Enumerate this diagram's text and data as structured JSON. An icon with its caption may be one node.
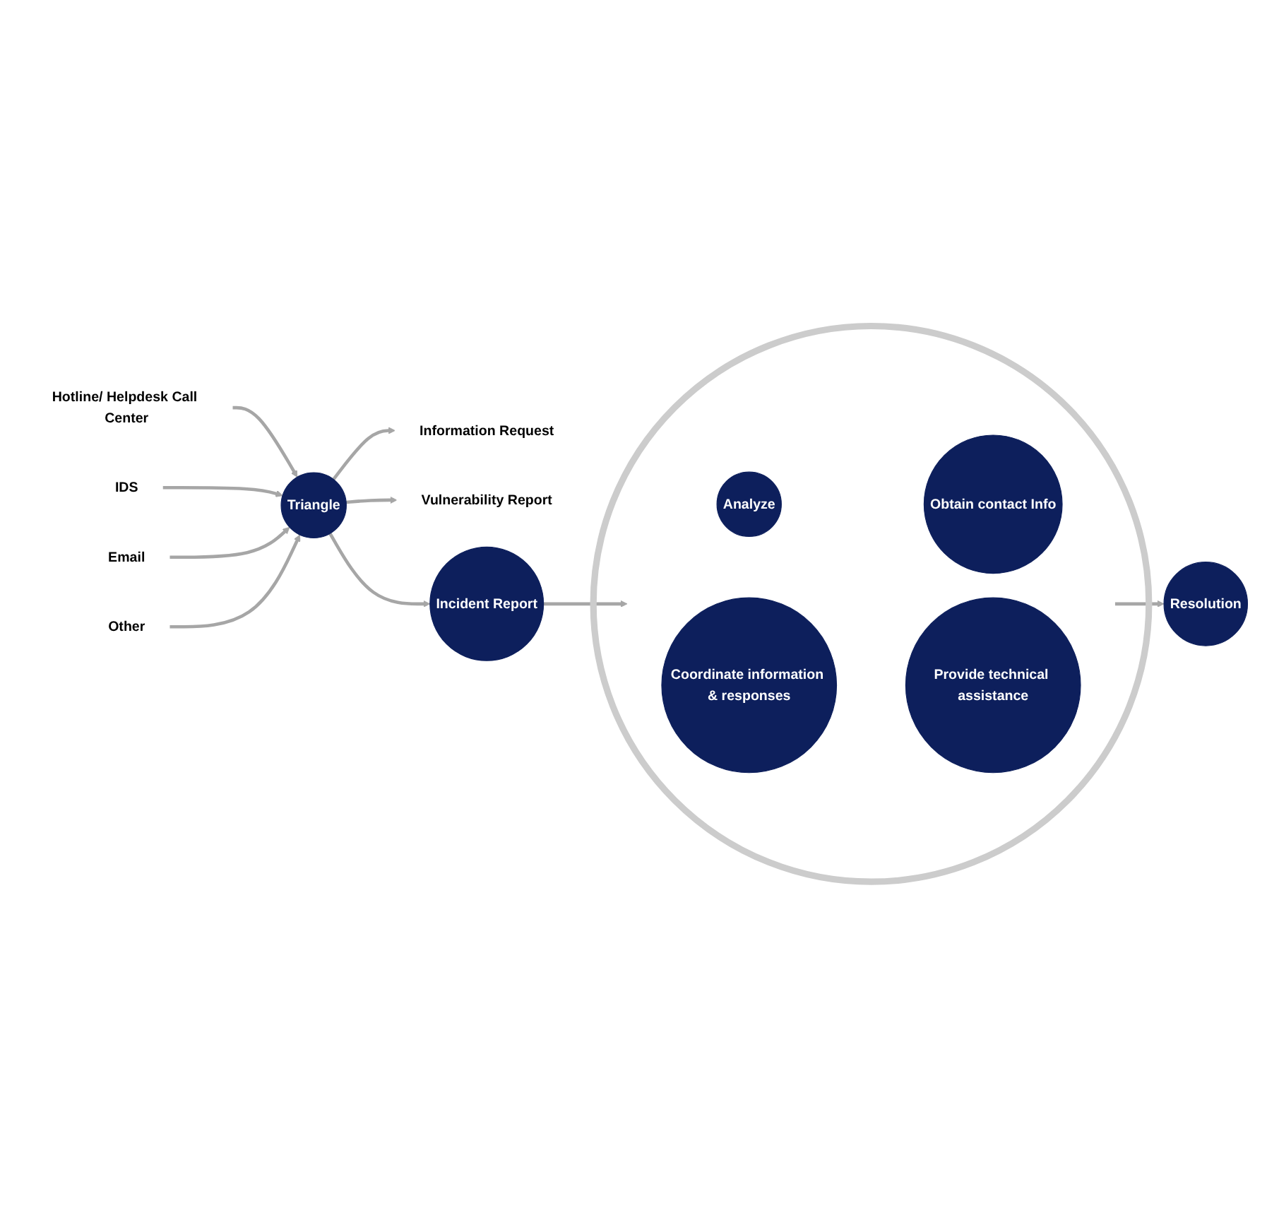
{
  "diagram": {
    "nodes": [
      {
        "text": [
          "Hotline/ Helpdesk Call Center"
        ]
      },
      {
        "text": [
          "IDS"
        ]
      },
      {
        "text": [
          "Email"
        ]
      },
      {
        "text": [
          "Other"
        ]
      },
      {
        "text": [
          "Triangle"
        ]
      },
      {
        "text": [
          "Information Request"
        ]
      },
      {
        "text": [
          "Vulnerability Report"
        ]
      },
      {
        "text": [
          "Incident Report"
        ]
      },
      {
        "text": [],
        "shape": "circle"
      },
      {
        "text": [
          "Analyze"
        ],
        "in": 8
      },
      {
        "text": [
          "Obtain contact Info"
        ],
        "in": 8
      },
      {
        "text": [
          "Coordinate information & responses"
        ],
        "in": 8
      },
      {
        "text": [
          "Provide technical assistance"
        ],
        "in": 8
      },
      {
        "text": [
          "Resolution"
        ]
      }
    ],
    "edges": [
      {
        "from": 0,
        "to": 4,
        "arrow": "to"
      },
      {
        "from": 1,
        "to": 4,
        "arrow": "to"
      },
      {
        "from": 2,
        "to": 4,
        "arrow": "to"
      },
      {
        "from": 3,
        "to": 4,
        "arrow": "to"
      },
      {
        "from": 4,
        "to": 5,
        "arrow": "to"
      },
      {
        "from": 4,
        "to": 6,
        "arrow": "to"
      },
      {
        "from": 4,
        "to": 7,
        "arrow": "to"
      },
      {
        "from": 7,
        "to": 8,
        "arrow": "to"
      },
      {
        "from": 8,
        "to": 13,
        "arrow": "to"
      }
    ]
  }
}
